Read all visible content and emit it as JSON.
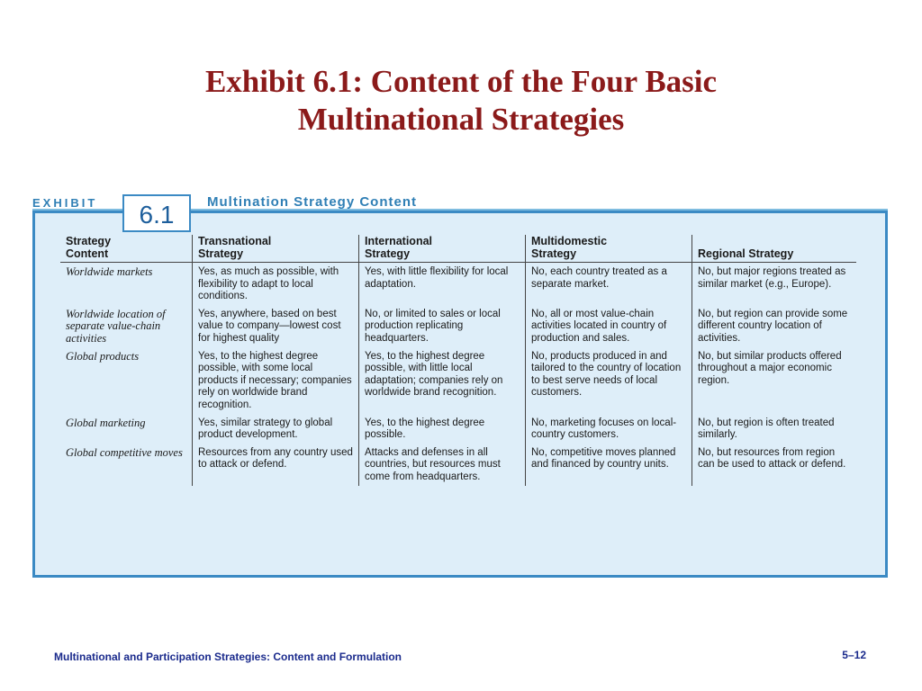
{
  "slide": {
    "title_line1": "Exhibit 6.1: Content of the Four Basic",
    "title_line2": "Multinational Strategies"
  },
  "exhibit": {
    "label": "EXHIBIT",
    "number": "6.1",
    "heading": "Multination Strategy Content"
  },
  "table": {
    "headers": [
      [
        "Strategy",
        "Content"
      ],
      [
        "Transnational",
        "Strategy"
      ],
      [
        "International",
        "Strategy"
      ],
      [
        "Multidomestic",
        "Strategy"
      ],
      [
        "",
        "Regional Strategy"
      ]
    ],
    "rows": [
      {
        "label": "Worldwide markets",
        "cells": [
          "Yes, as much as possible, with flexibility to adapt to local conditions.",
          "Yes, with little flexibility for local adaptation.",
          "No, each country treated as a separate market.",
          "No, but major regions treated as similar market (e.g., Europe)."
        ]
      },
      {
        "label": "Worldwide location of separate value-chain activities",
        "cells": [
          "Yes, anywhere, based on best value to company—lowest cost for highest quality",
          "No, or limited to sales or local production replicating headquarters.",
          "No, all or most value-chain activities located in country of production and sales.",
          "No, but region can provide some different country location of activities."
        ]
      },
      {
        "label": "Global products",
        "cells": [
          "Yes, to the highest degree possible, with some local products if necessary; companies rely on worldwide brand recognition.",
          "Yes, to the highest degree possible, with little local adaptation; companies rely on worldwide brand recognition.",
          "No, products produced in and tailored to the country of location to best serve needs of local customers.",
          "No, but similar products offered throughout a major economic region."
        ]
      },
      {
        "label": "Global marketing",
        "cells": [
          "Yes, similar strategy to global product development.",
          "Yes, to the highest degree possible.",
          "No, marketing focuses on local-country customers.",
          "No, but region is often treated similarly."
        ]
      },
      {
        "label": "Global competitive moves",
        "cells": [
          "Resources from any country used to attack or defend.",
          "Attacks and defenses in all countries, but resources must come from headquarters.",
          "No, competitive moves planned and financed by country units.",
          "No, but resources from region can be used to attack or defend."
        ]
      }
    ]
  },
  "footer": {
    "left": "Multinational and Participation Strategies: Content and Formulation",
    "right": "5–12"
  }
}
